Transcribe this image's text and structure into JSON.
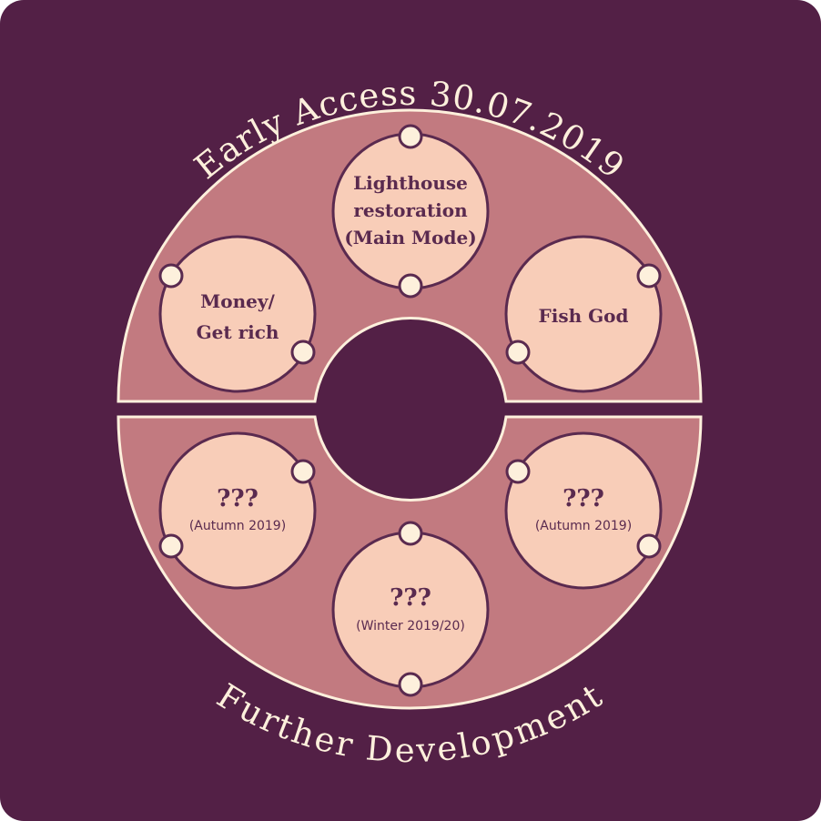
{
  "title_top": "Early Access 30.07.2019",
  "title_bottom": "Further Development",
  "colors": {
    "background": "#532046",
    "ring": "#c27a80",
    "node": "#f8cdb8",
    "node_border": "#5a2a4f",
    "cream": "#fdf0dc"
  },
  "nodes": [
    {
      "lines": [
        "Lighthouse",
        "restoration",
        "(Main Mode)"
      ]
    },
    {
      "lines": [
        "Money/",
        "Get rich"
      ]
    },
    {
      "lines": [
        "Fish God"
      ]
    },
    {
      "label": "???",
      "sub": "(Autumn 2019)"
    },
    {
      "label": "???",
      "sub": "(Autumn 2019)"
    },
    {
      "label": "???",
      "sub": "(Winter 2019/20)"
    }
  ]
}
